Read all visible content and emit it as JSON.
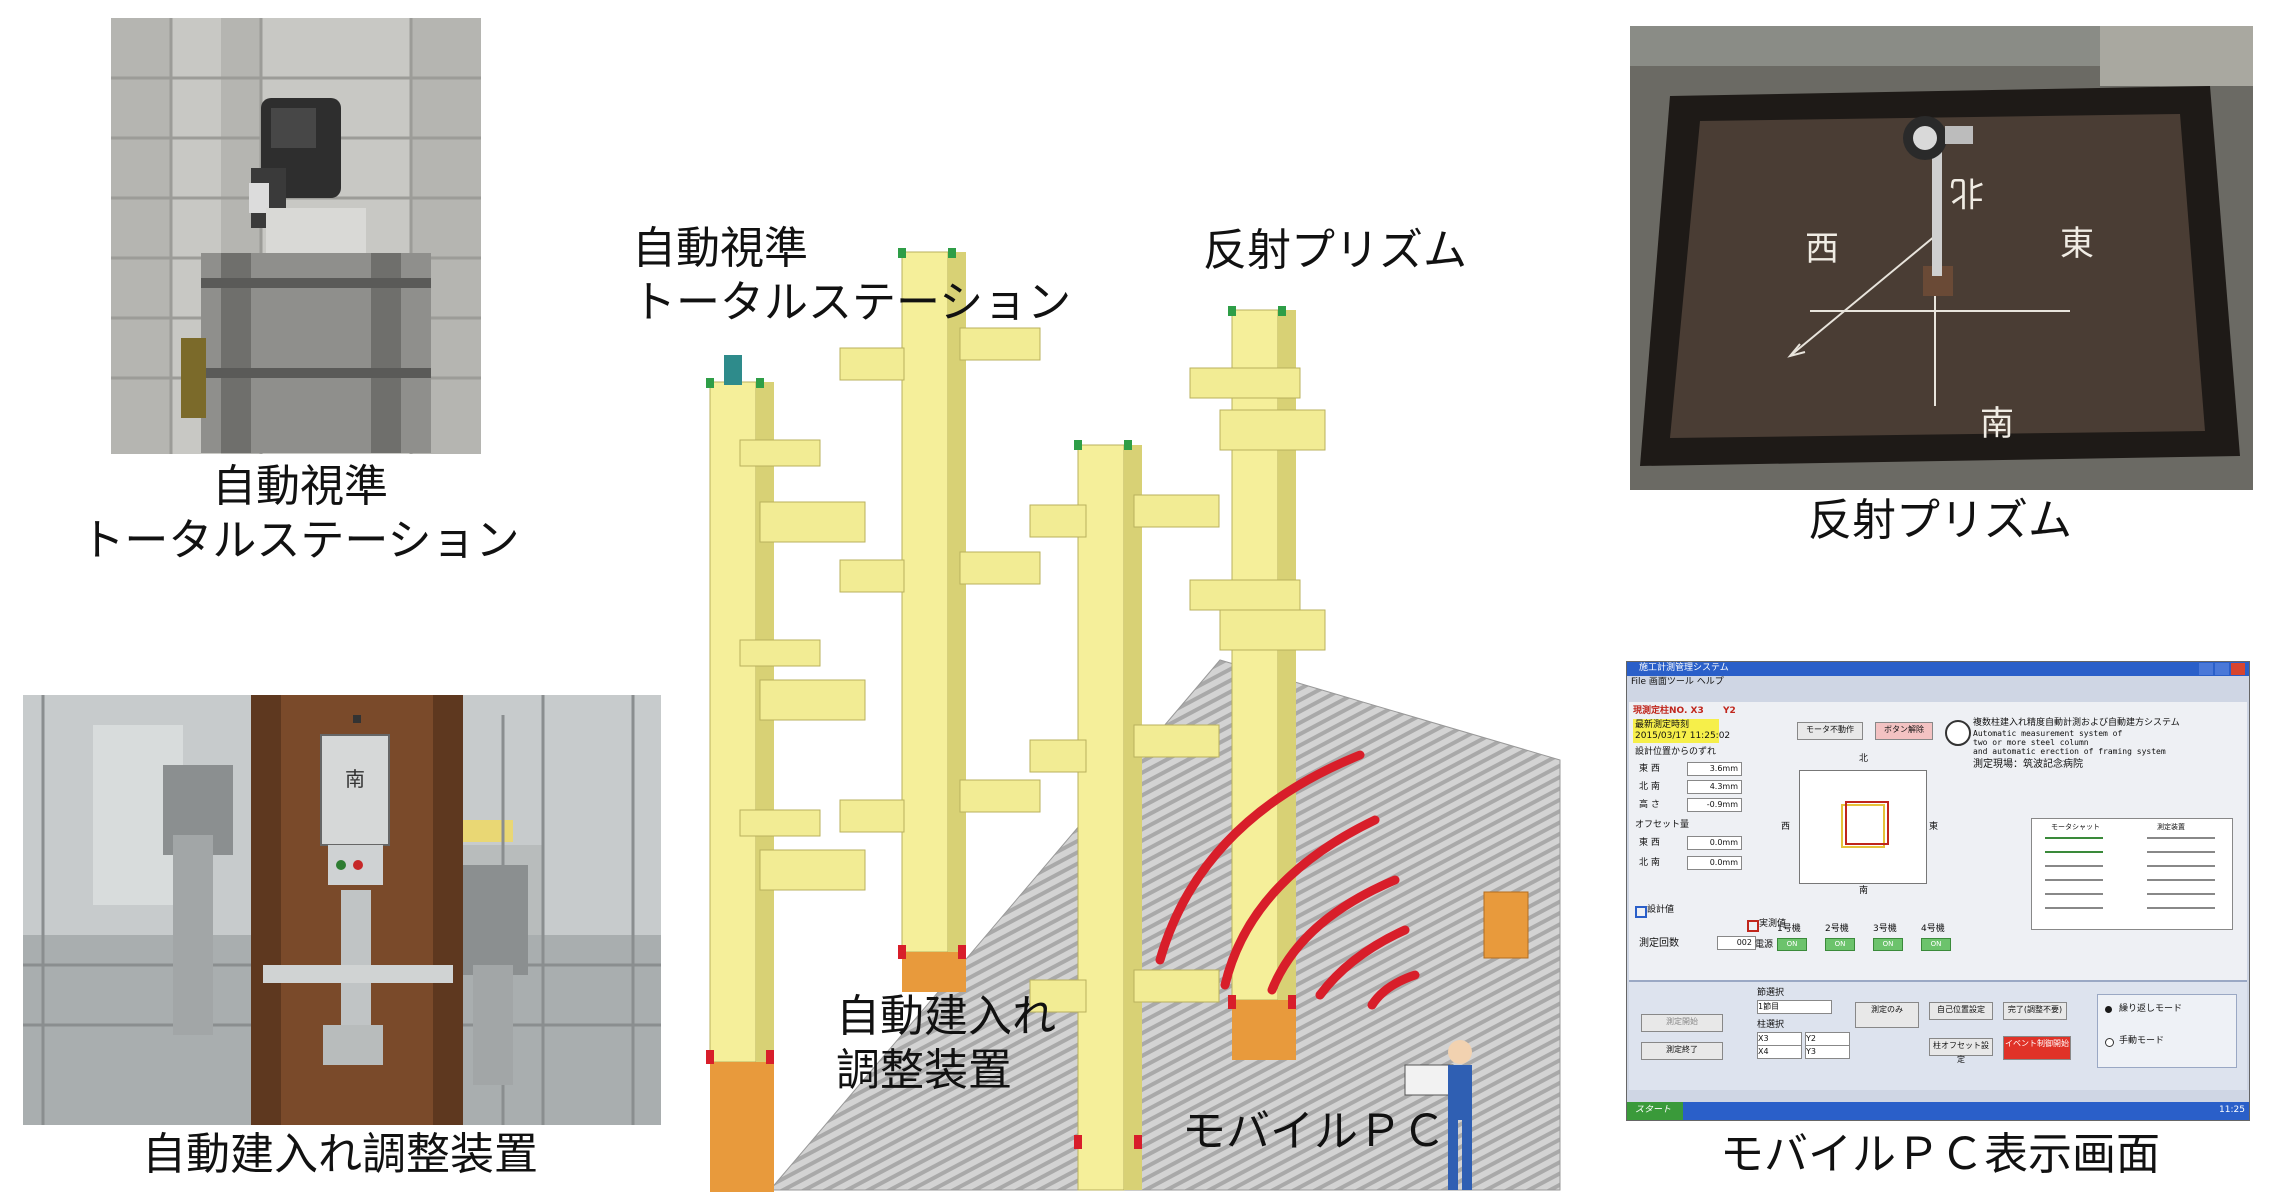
{
  "captions": {
    "total_station": [
      "自動視準",
      "トータルステーション"
    ],
    "adjuster": "自動建入れ調整装置",
    "prism": "反射プリズム",
    "pc_screen": "モバイルＰＣ表示画面"
  },
  "diagram_labels": {
    "total_station": [
      "自動視準",
      "トータルステーション"
    ],
    "prism": "反射プリズム",
    "adjuster": [
      "自動建入れ",
      "調整装置"
    ],
    "mobile_pc": "モバイルＰＣ"
  },
  "photo_marks": {
    "prism_west": "西",
    "prism_east": "東",
    "prism_north": "北",
    "prism_south": "南",
    "adjuster_tag": "南"
  },
  "pc_screen": {
    "window_title": "施工計測管理システム",
    "menu": "File  画面ツール  ヘルプ",
    "column_no": "現測定柱NO. X3",
    "column_y": "Y2",
    "latest_time_label": "最新測定時刻",
    "latest_time": "2015/03/17 11:25:02",
    "design_offset_label": "設計位置からのずれ",
    "ew_label": "東 西",
    "ew_value": "3.6mm",
    "ns_label": "北 南",
    "ns_value": "4.3mm",
    "height_label": "高 さ",
    "height_value": "-0.9mm",
    "offset_label": "オフセット量",
    "offset_ew": "0.0mm",
    "offset_ns": "0.0mm",
    "btn_motor": "モータ不動作",
    "btn_release": "ボタン解除",
    "system_title_jp": "複数柱建入れ精度自動計測および自動建方システム",
    "system_title_en1": "Automatic measurement system of",
    "system_title_en2": "two or more steel column",
    "system_title_en3": "and automatic erection of framing system",
    "site_label": "測定現場：筑波記念病院",
    "dir_north": "北",
    "dir_south": "南",
    "dir_west": "西",
    "dir_east": "東",
    "legend_design": "設計値",
    "legend_actual": "実測値",
    "count_label": "測定回数",
    "count_value": "002",
    "units": [
      "1号機",
      "2号機",
      "3号機",
      "4号機"
    ],
    "power_label": "電源",
    "on": "ON",
    "status_header_1": "モータシャット",
    "status_header_2": "測定装置",
    "taskbar_start": "スタート",
    "taskbar_time": "11:25",
    "mode_repeat": "繰り返しモード",
    "mode_manual": "手動モード",
    "btn_measure_only": "測定のみ",
    "btn_self_position": "自己位置設定",
    "btn_complete": "完了(調整不要)",
    "btn_start": "測定開始",
    "btn_end": "測定終了",
    "btn_offset": "柱オフセット設定",
    "btn_alert": "イベント制御開始",
    "section_label": "節選択",
    "section_value": "1節目",
    "column_select_label": "柱選択",
    "col_options": [
      "X3",
      "X4",
      "Y2",
      "Y3"
    ]
  }
}
